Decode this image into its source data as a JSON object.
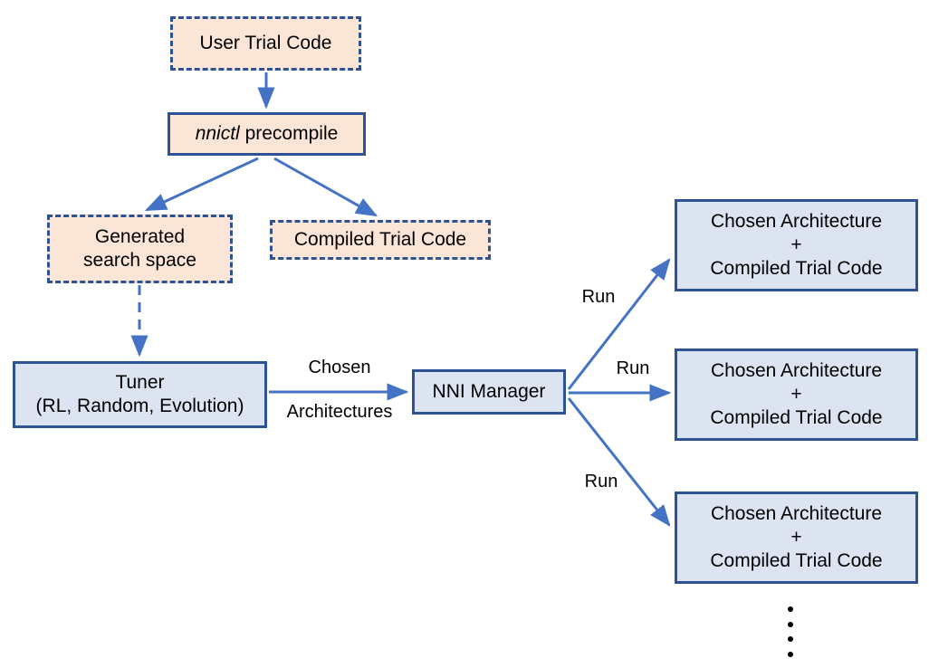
{
  "diagram": {
    "title": "NNI precompile and trial dispatch flow",
    "colors": {
      "accent_border": "#2E5395",
      "peach_fill": "#FBE5D6",
      "blue_fill": "#DCE4F2",
      "arrow": "#4472C4",
      "text": "#000000",
      "background": "#FFFFFF"
    },
    "nodes": {
      "user_trial_code": {
        "label": "User Trial Code",
        "style": "peach-dashed"
      },
      "nnictl_precompile": {
        "label_italic": "nnictl",
        "label_rest": " precompile",
        "style": "peach-solid"
      },
      "generated_search_space": {
        "line1": "Generated",
        "line2": "search space",
        "style": "peach-dashed"
      },
      "compiled_trial_code": {
        "label": "Compiled Trial Code",
        "style": "peach-dashed"
      },
      "tuner": {
        "line1": "Tuner",
        "line2": "(RL, Random, Evolution)",
        "style": "blue-solid"
      },
      "nni_manager": {
        "label": "NNI Manager",
        "style": "blue-solid"
      },
      "trial_1": {
        "line1": "Chosen Architecture",
        "line2": "+",
        "line3": "Compiled Trial Code",
        "style": "blue-solid"
      },
      "trial_2": {
        "line1": "Chosen Architecture",
        "line2": "+",
        "line3": "Compiled Trial Code",
        "style": "blue-solid"
      },
      "trial_3": {
        "line1": "Chosen Architecture",
        "line2": "+",
        "line3": "Compiled Trial Code",
        "style": "blue-solid"
      }
    },
    "edge_labels": {
      "chosen_architectures_line1": "Chosen",
      "chosen_architectures_line2": "Architectures",
      "run_1": "Run",
      "run_2": "Run",
      "run_3": "Run"
    },
    "ellipsis": {
      "glyph": "vertical-ellipsis",
      "dot_count": 4
    }
  }
}
